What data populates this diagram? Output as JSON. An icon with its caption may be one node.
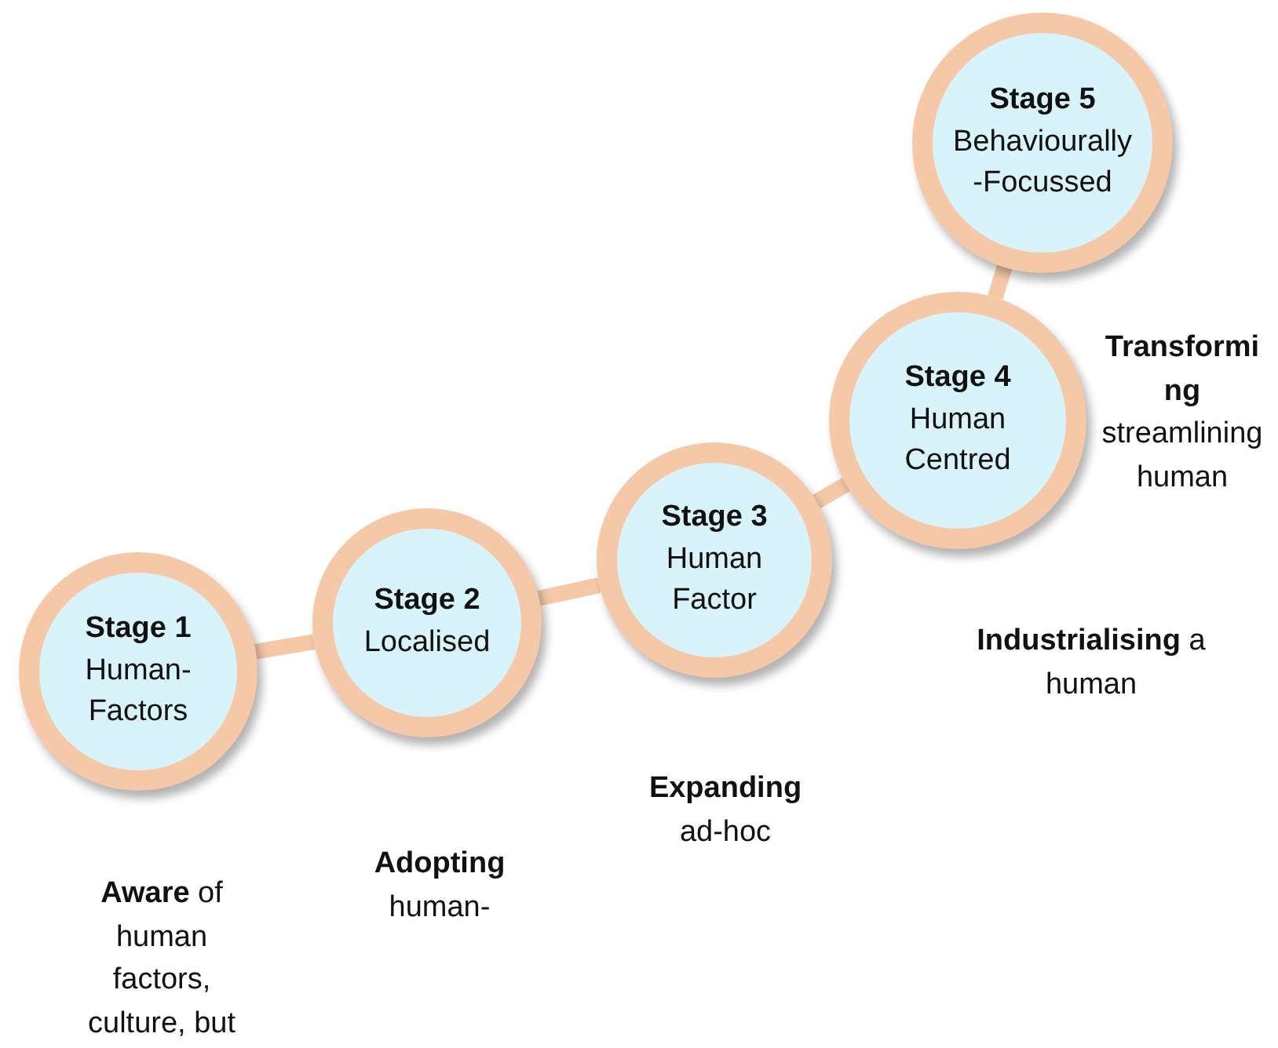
{
  "diagram": {
    "nodes": [
      {
        "text": [
          "Stage 1",
          "Human-Factors"
        ]
      },
      {
        "text": [
          "Stage 2",
          "Localised"
        ]
      },
      {
        "text": [
          "Stage 3",
          "Human Factor"
        ]
      },
      {
        "text": [
          "Stage 4",
          "Human Centred"
        ]
      },
      {
        "text": [
          "Stage 5",
          "Behaviourally-Focussed"
        ]
      }
    ],
    "edges": [
      {
        "from": 0,
        "to": 1,
        "arrow": "none"
      },
      {
        "from": 1,
        "to": 2,
        "arrow": "none"
      },
      {
        "from": 2,
        "to": 3,
        "arrow": "none"
      },
      {
        "from": 3,
        "to": 4,
        "arrow": "none"
      }
    ],
    "labels": [
      "**Transforming** streamlining human",
      "**Industrialising** a human",
      "**Expanding** ad-hoc",
      "**Adopting** human-",
      "**Aware** of human factors, culture, but"
    ]
  }
}
